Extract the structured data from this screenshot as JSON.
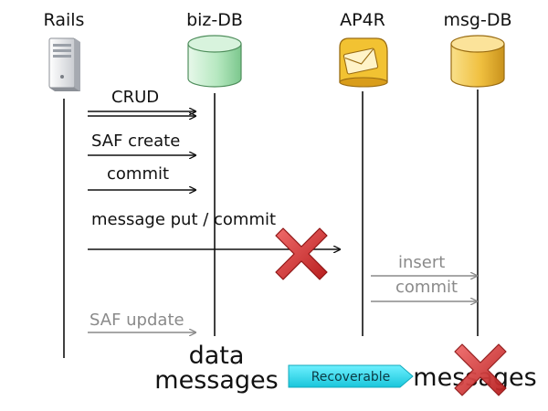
{
  "actors": [
    {
      "label": "Rails",
      "icon": "server-icon"
    },
    {
      "label": "biz-DB",
      "icon": "database-green-icon"
    },
    {
      "label": "AP4R",
      "icon": "mailbox-icon"
    },
    {
      "label": "msg-DB",
      "icon": "database-gold-icon"
    }
  ],
  "messages": [
    {
      "label": "CRUD",
      "style": "double-arrow"
    },
    {
      "label": "SAF create",
      "style": "arrow"
    },
    {
      "label": "commit",
      "style": "arrow"
    },
    {
      "label": "message put / commit",
      "style": "arrow",
      "failed": true
    },
    {
      "label": "insert",
      "style": "arrow-muted"
    },
    {
      "label": "commit",
      "style": "arrow-muted"
    },
    {
      "label": "SAF update",
      "style": "arrow-muted"
    }
  ],
  "results": {
    "biz_db_line1": "data",
    "biz_db_line2": "messages",
    "msg_db": "messages",
    "badge": "Recoverable"
  },
  "colors": {
    "failure": "#d62b2b",
    "badge": "#2fd6e8",
    "biz_db": "#b6e8c0",
    "msg_db": "#f0c040"
  }
}
